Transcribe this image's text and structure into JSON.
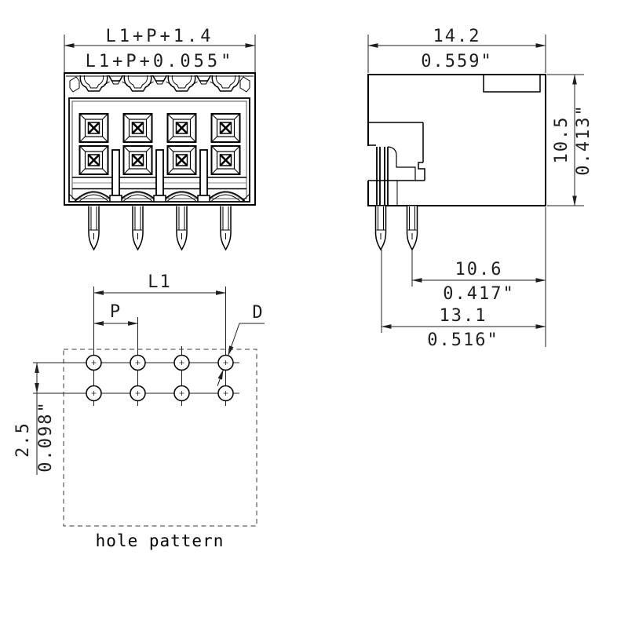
{
  "colors": {
    "line": "#000000",
    "dim_text": "#1f1f1f",
    "background": "#ffffff",
    "shading": "#8a8a8a"
  },
  "front_view": {
    "dim_width_mm": "L1+P+1.4",
    "dim_width_in": "L1+P+0.055\""
  },
  "side_view": {
    "dim_width_mm": "14.2",
    "dim_width_in": "0.559\"",
    "dim_height_mm": "10.5",
    "dim_height_in": "0.413\"",
    "dim_pin_to_edge_mm": "10.6",
    "dim_pin_to_edge_in": "0.417\"",
    "dim_far_pin_to_edge_mm": "13.1",
    "dim_far_pin_to_edge_in": "0.516\""
  },
  "hole_pattern": {
    "caption": "hole pattern",
    "dim_span_label": "L1",
    "dim_pitch_label": "P",
    "dim_hole_diameter_label": "D",
    "dim_row_gap_mm": "2.5",
    "dim_row_gap_in": "0.098\""
  }
}
